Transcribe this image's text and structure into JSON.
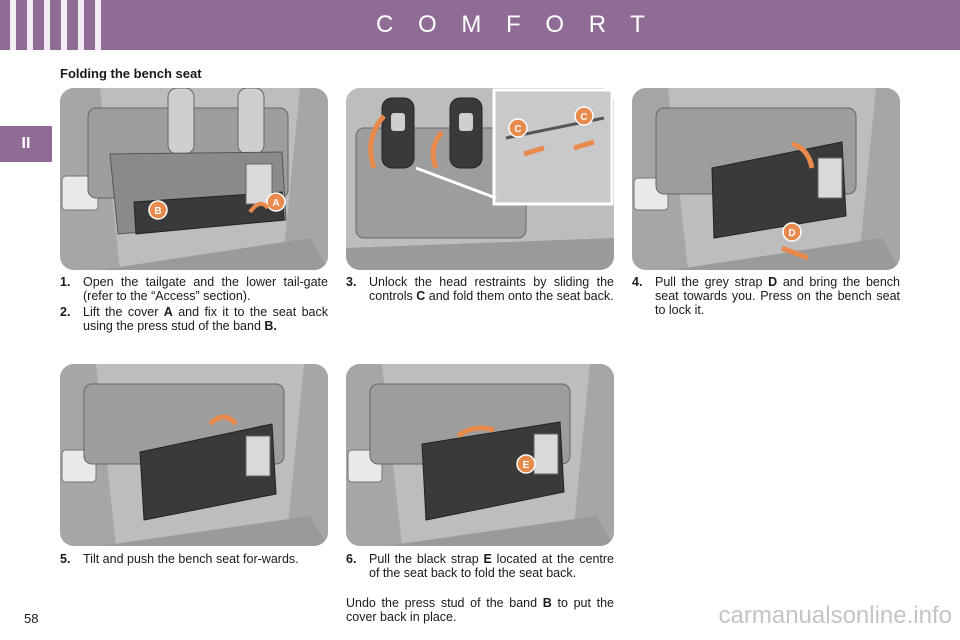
{
  "header": {
    "title": "C O M F O R T"
  },
  "side_tab": {
    "label": "II"
  },
  "section": {
    "title": "Folding the bench seat"
  },
  "figures": {
    "fig1": {
      "labels": [
        "B",
        "A"
      ]
    },
    "fig2": {
      "labels": [
        "C",
        "C"
      ]
    },
    "fig3": {
      "labels": [
        "D"
      ]
    },
    "fig5": {
      "labels": []
    },
    "fig6": {
      "labels": [
        "E"
      ]
    }
  },
  "steps": {
    "s1": {
      "number": "1.",
      "text": "Open the tailgate and the lower tail-gate (refer to the “Access” section)."
    },
    "s2": {
      "number": "2.",
      "before": "Lift the cover ",
      "key1": "A",
      "middle": " and fix it to the seat back using the press stud of the band ",
      "key2": "B."
    },
    "s3": {
      "number": "3.",
      "before": "Unlock the head restraints by sliding the controls ",
      "key": "C",
      "after": " and fold them onto the seat back."
    },
    "s4": {
      "number": "4.",
      "before": "Pull the grey strap ",
      "key": "D",
      "after": " and bring the bench seat towards you. Press on the bench seat to lock it."
    },
    "s5": {
      "number": "5.",
      "text": "Tilt and push the bench seat for-wards."
    },
    "s6": {
      "number": "6.",
      "before": "Pull the black strap ",
      "key": "E",
      "after": " located at the centre of the seat back to fold the seat back."
    }
  },
  "note": {
    "before": "Undo the press stud of the band ",
    "key": "B",
    "after": " to put the cover back in place."
  },
  "page_number": "58",
  "watermark": "carmanualsonline.info",
  "colors": {
    "header_bg": "#8f6b96",
    "callout": "#e98a4d",
    "illustration_grey": "#b9b9b9"
  }
}
